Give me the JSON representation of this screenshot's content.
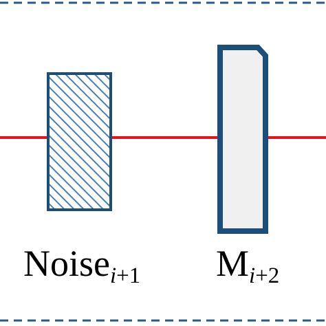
{
  "colors": {
    "frame_dash": "#2a5a86",
    "beam": "#e8141b",
    "component_stroke": "#1d4e79",
    "hatch_line": "#4a7fb5",
    "mirror_fill": "#f0f0f0",
    "label_text": "#000000"
  },
  "labels": {
    "noise": {
      "base": "Noise",
      "sub_var": "i",
      "sub_rest": "+1"
    },
    "mirror": {
      "base": "M",
      "sub_var": "i",
      "sub_rest": "+2"
    }
  }
}
